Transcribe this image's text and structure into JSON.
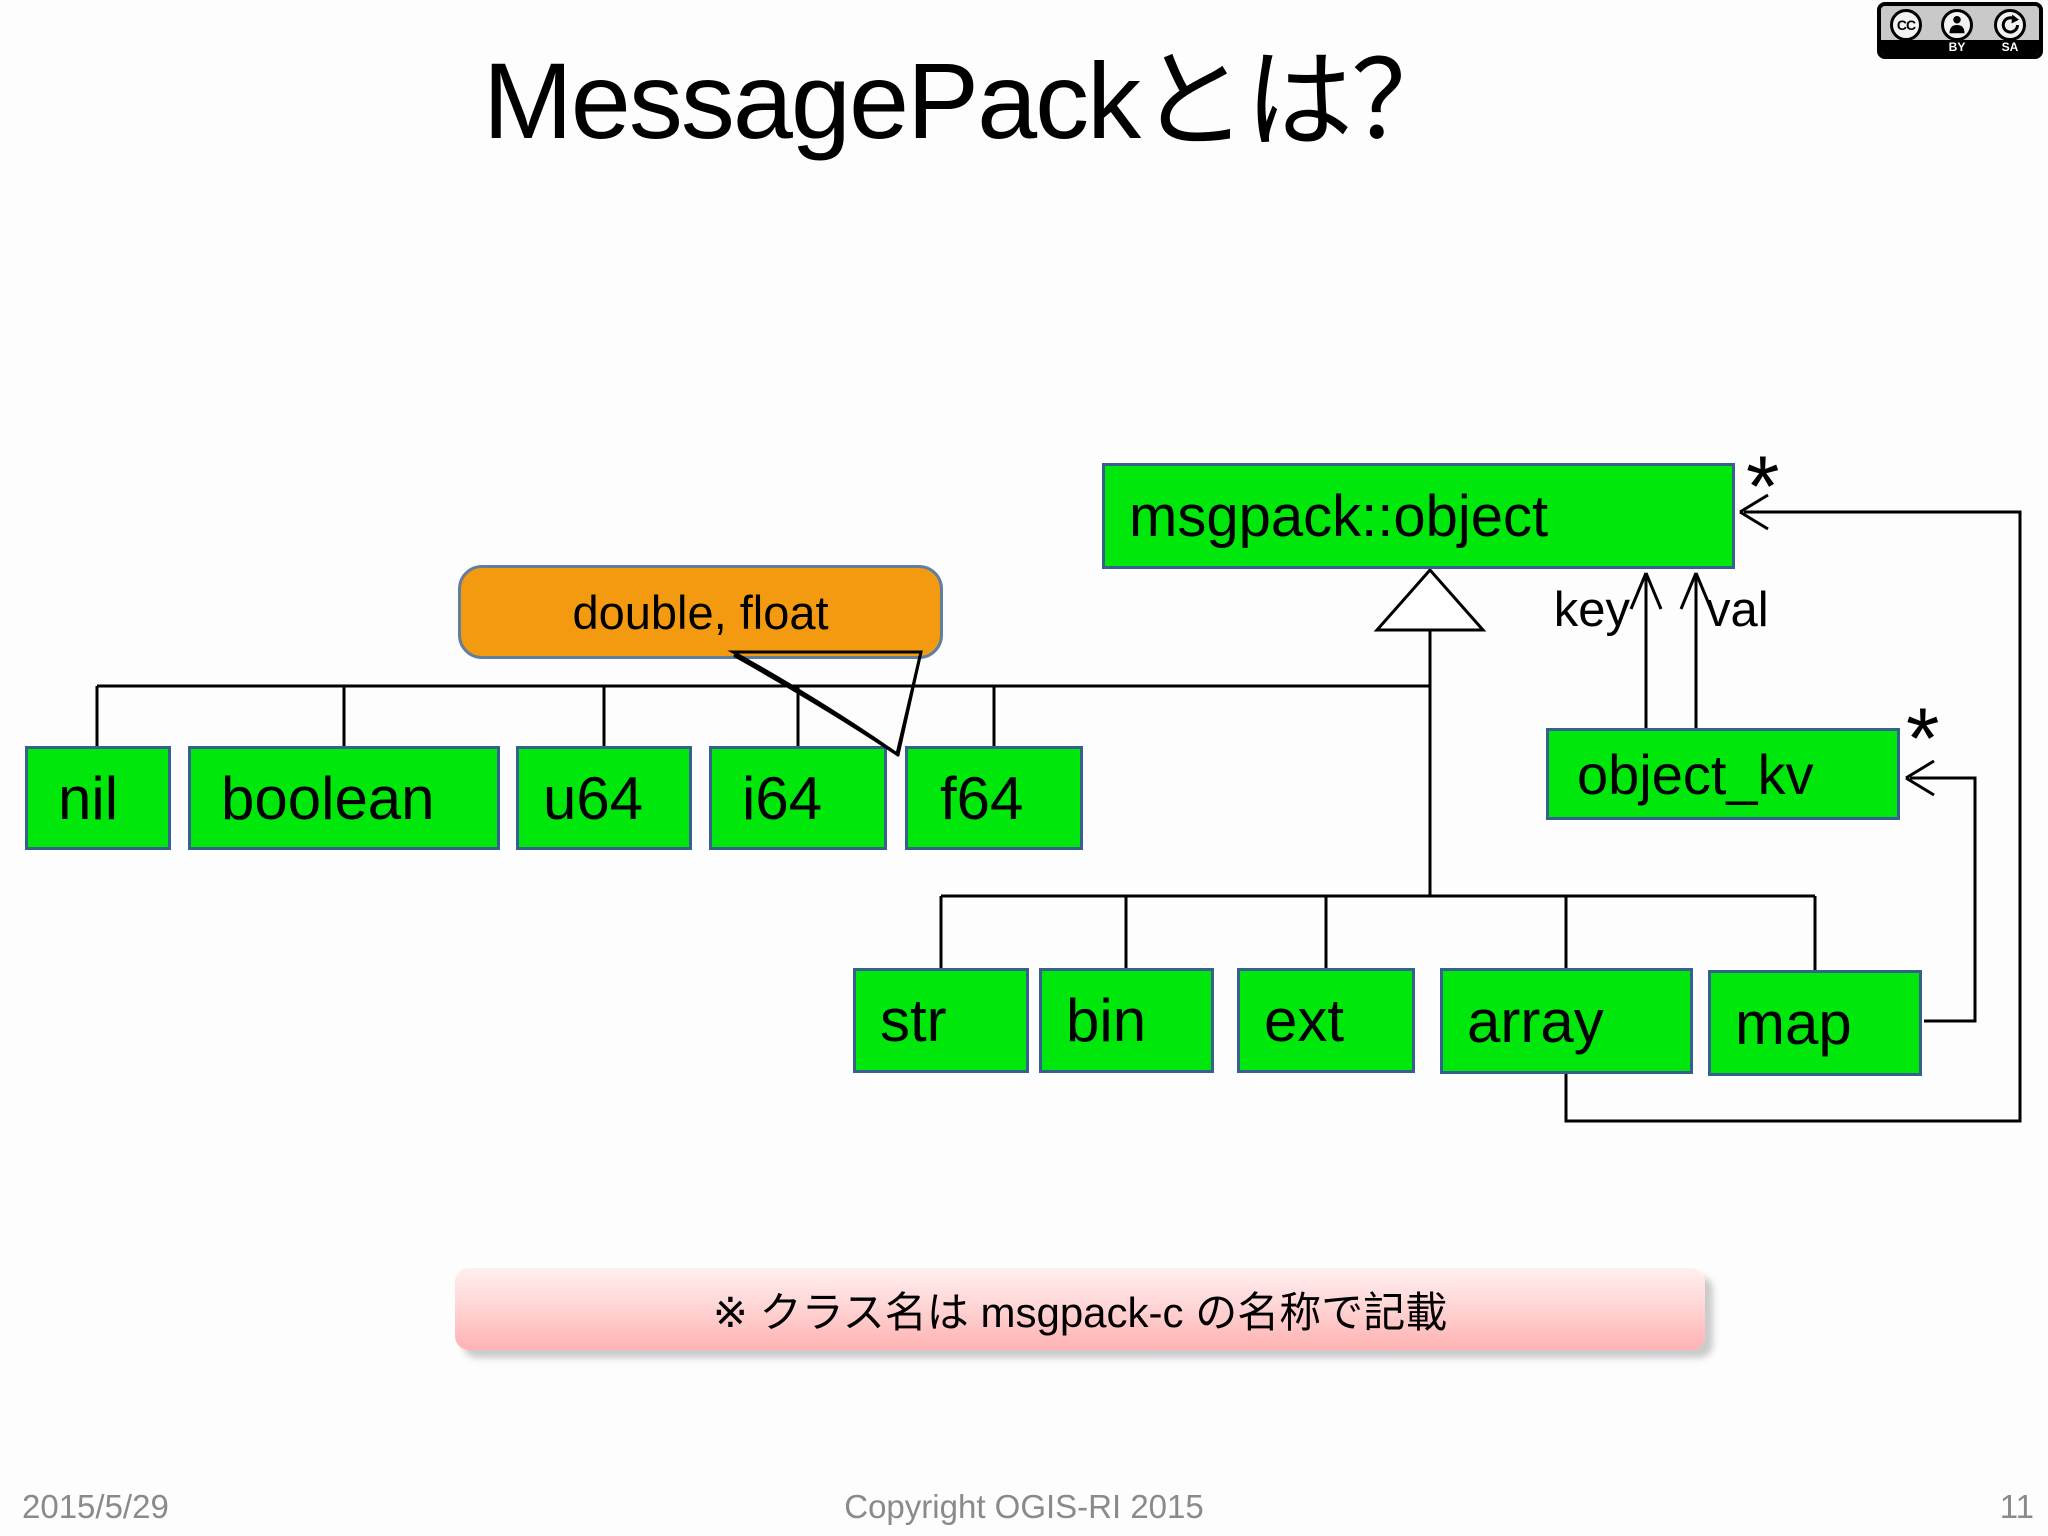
{
  "slide": {
    "title": "MessagePackとは？",
    "note": "※ クラス名は msgpack-c の名称で記載",
    "footer": {
      "date": "2015/5/29",
      "copyright": "Copyright OGIS-RI 2015",
      "page": "11"
    }
  },
  "license_badge": {
    "cc": "CC",
    "by": "BY",
    "sa": "SA"
  },
  "callout": {
    "label": "double, float"
  },
  "diagram": {
    "root_class": "msgpack::object",
    "kv_class": "object_kv",
    "key_label": "key",
    "val_label": "val",
    "root_multiplicity": "*",
    "kv_multiplicity": "*",
    "scalar_types": [
      "nil",
      "boolean",
      "u64",
      "i64",
      "f64"
    ],
    "container_types": [
      "str",
      "bin",
      "ext",
      "array",
      "map"
    ],
    "colors": {
      "box_fill": "#00e70c",
      "box_border": "#36618f",
      "callout_fill": "#f39a11",
      "callout_border": "#627e9e",
      "note_pink": "#ffb2b2",
      "footer_gray": "#8a8a8a"
    }
  }
}
